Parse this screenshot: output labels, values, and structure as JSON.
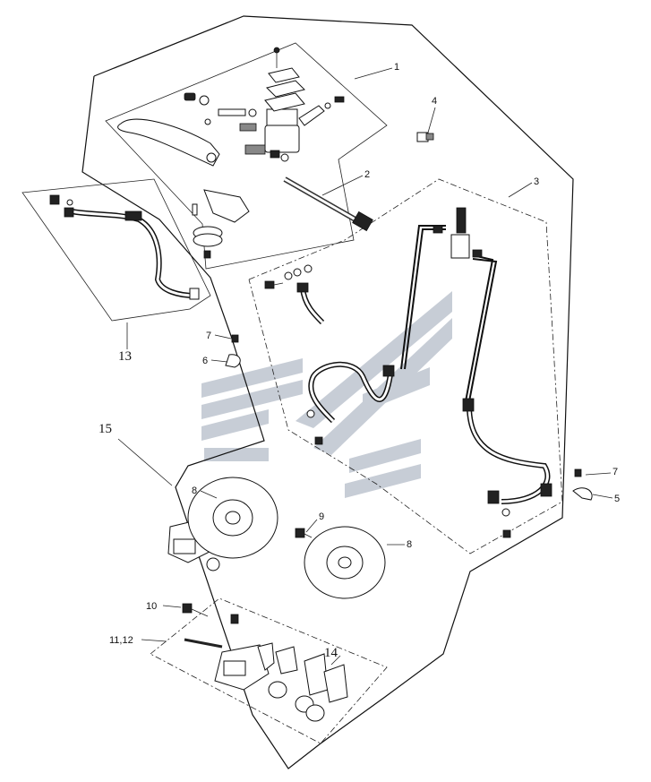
{
  "diagram": {
    "callouts": [
      {
        "id": "c1",
        "text": "1"
      },
      {
        "id": "c2",
        "text": "2"
      },
      {
        "id": "c3",
        "text": "3"
      },
      {
        "id": "c4",
        "text": "4"
      },
      {
        "id": "c5",
        "text": "5"
      },
      {
        "id": "c6",
        "text": "6"
      },
      {
        "id": "c7a",
        "text": "7"
      },
      {
        "id": "c7b",
        "text": "7"
      },
      {
        "id": "c8a",
        "text": "8"
      },
      {
        "id": "c8b",
        "text": "8"
      },
      {
        "id": "c9",
        "text": "9"
      },
      {
        "id": "c10",
        "text": "10"
      },
      {
        "id": "c1112",
        "text": "11,12"
      },
      {
        "id": "c13",
        "text": "13"
      },
      {
        "id": "c14",
        "text": "14"
      },
      {
        "id": "c15",
        "text": "15"
      }
    ],
    "colors": {
      "line": "#111111",
      "watermark": "#c7cdd6",
      "background": "#ffffff"
    }
  }
}
